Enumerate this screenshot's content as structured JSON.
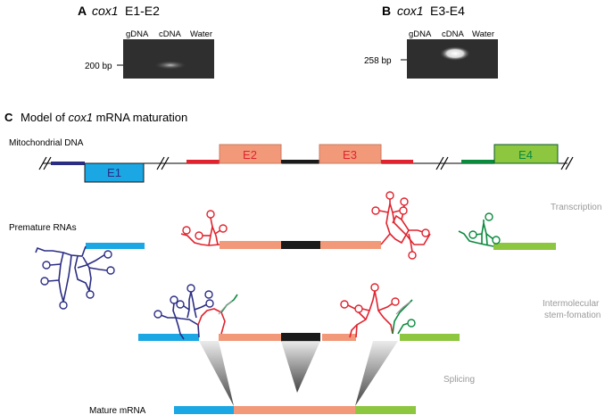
{
  "panel_a": {
    "letter": "A",
    "gene": "cox1",
    "exons": "E1-E2",
    "lanes": [
      "gDNA",
      "cDNA",
      "Water"
    ],
    "marker": "200 bp"
  },
  "panel_b": {
    "letter": "B",
    "gene": "cox1",
    "exons": "E3-E4",
    "lanes": [
      "gDNA",
      "cDNA",
      "Water"
    ],
    "marker": "258 bp"
  },
  "panel_c": {
    "letter": "C",
    "title_before": "Model of ",
    "gene": "cox1",
    "title_after": " mRNA maturation"
  },
  "rows": {
    "mito_dna": "Mitochondrial DNA",
    "premature_rnas": "Premature RNAs",
    "mature_mrna": "Mature mRNA"
  },
  "exons": {
    "e1": "E1",
    "e2": "E2",
    "e3": "E3",
    "e4": "E4"
  },
  "steps": {
    "transcription": "Transcription",
    "intermolecular_1": "Intermolecular",
    "intermolecular_2": "stem-fomation",
    "splicing": "Splicing"
  },
  "colors": {
    "e1": "#1aa7e3",
    "e1_dark": "#2b2d84",
    "e2e3": "#f2997a",
    "e2e3_dark": "#e0232e",
    "e4": "#8dc63f",
    "e4_dark": "#0b8a3e",
    "intron": "#1a1a1a",
    "label_grey": "#9a9a9a",
    "gel_bg": "#2e2e2e"
  }
}
